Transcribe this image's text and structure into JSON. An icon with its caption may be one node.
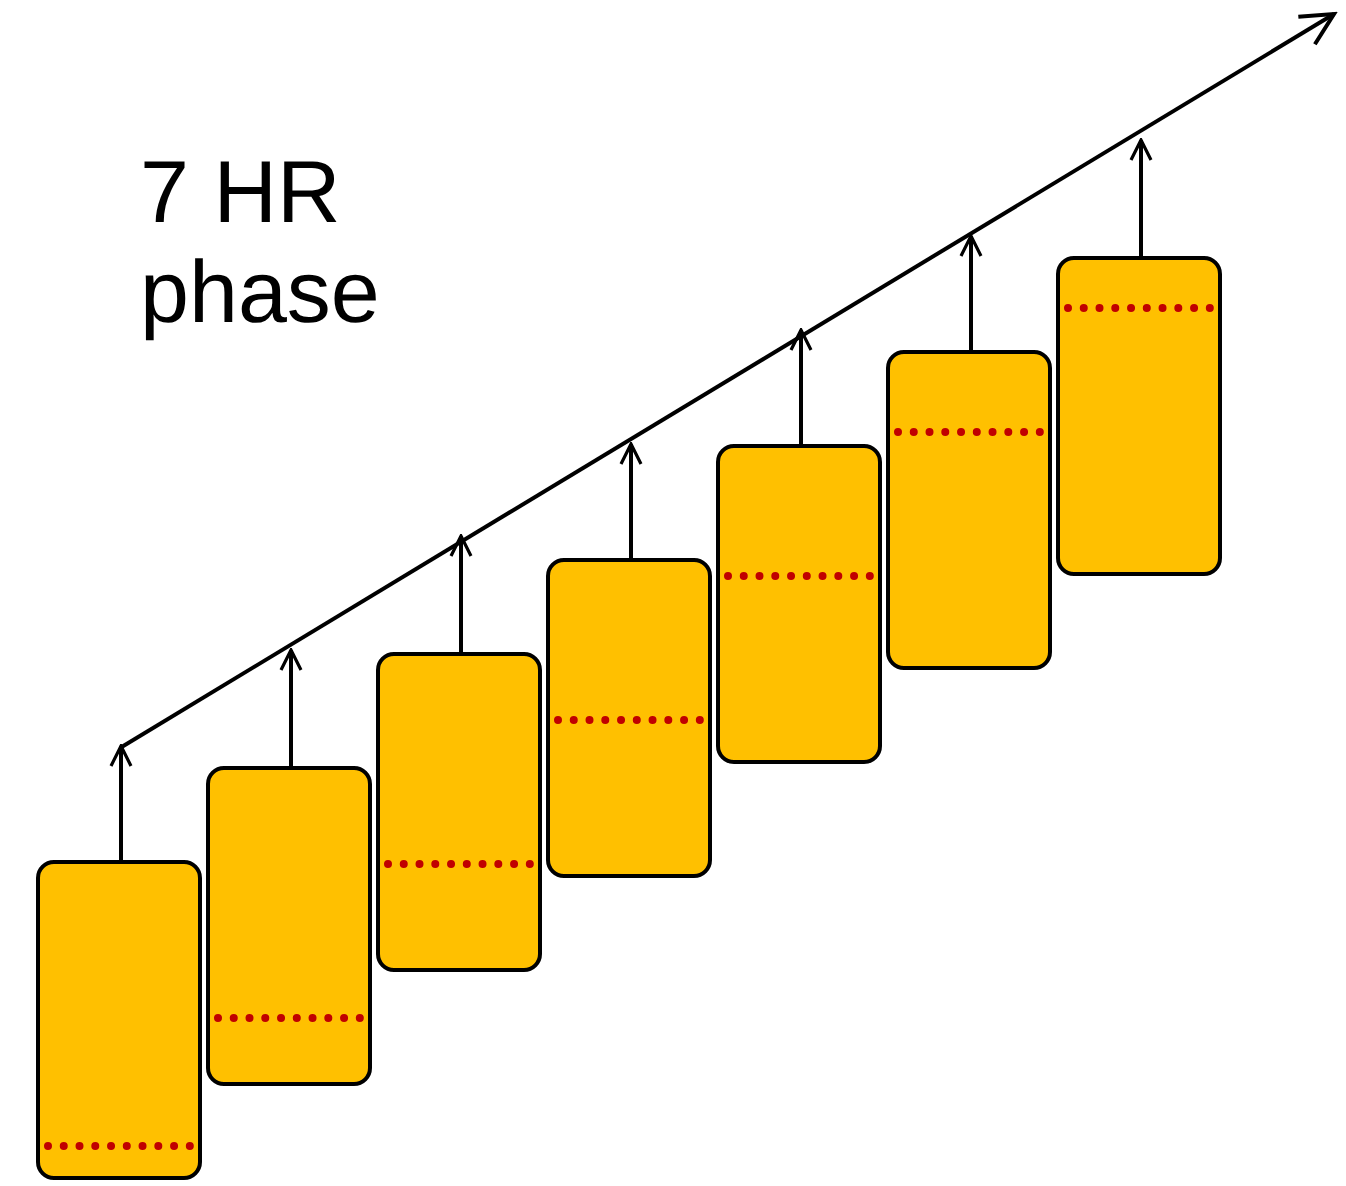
{
  "diagram": {
    "nodes": [
      {
        "text": [],
        "shape": "box"
      },
      {
        "text": [],
        "shape": "box"
      },
      {
        "text": [],
        "shape": "box"
      },
      {
        "text": [],
        "shape": "box"
      },
      {
        "text": [],
        "shape": "box"
      },
      {
        "text": [],
        "shape": "box"
      },
      {
        "text": [],
        "shape": "box"
      }
    ],
    "edges": [
      {
        "from": 0,
        "to": null,
        "arrow": "to"
      },
      {
        "from": 1,
        "to": null,
        "arrow": "to"
      },
      {
        "from": 2,
        "to": null,
        "arrow": "to"
      },
      {
        "from": 3,
        "to": null,
        "arrow": "to"
      },
      {
        "from": 4,
        "to": null,
        "arrow": "to"
      },
      {
        "from": 5,
        "to": null,
        "arrow": "to"
      },
      {
        "from": 6,
        "to": null,
        "arrow": "to"
      }
    ],
    "labels": [
      "7 HR phase"
    ]
  }
}
